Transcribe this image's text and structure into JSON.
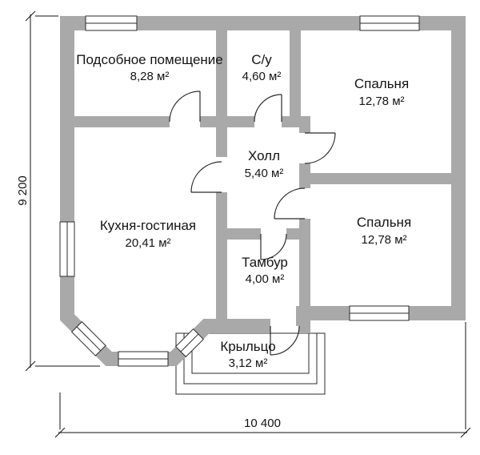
{
  "rooms": [
    {
      "name": "Подсобное помещение",
      "area": "8,28 м²"
    },
    {
      "name": "С/у",
      "area": "4,60 м²"
    },
    {
      "name": "Спальня",
      "area": "12,78 м²"
    },
    {
      "name": "Холл",
      "area": "5,40 м²"
    },
    {
      "name": "Кухня-гостиная",
      "area": "20,41 м²"
    },
    {
      "name": "Спальня",
      "area": "12,78 м²"
    },
    {
      "name": "Тамбур",
      "area": "4,00 м²"
    },
    {
      "name": "Крыльцо",
      "area": "3,12 м²"
    }
  ],
  "dimensions": {
    "height": "9 200",
    "width": "10 400"
  },
  "colors": {
    "wall": "#a9a9a9",
    "line": "#2b2b2b",
    "text": "#141414",
    "background": "#ffffff"
  }
}
